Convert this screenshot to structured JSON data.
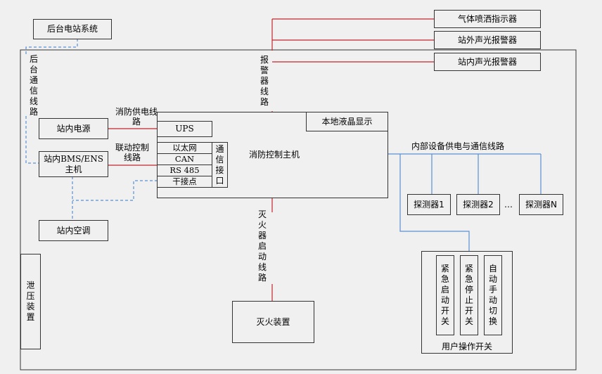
{
  "top_right": {
    "gas_indicator": "气体喷洒指示器",
    "outdoor_alarm": "站外声光报警器",
    "indoor_alarm": "站内声光报警器"
  },
  "backend_system": "后台电站系统",
  "backend_comm_line": "后台通信线路",
  "alarm_line": "报警器线路",
  "power_line": "消防供电线路",
  "linkage_line": "联动控制线路",
  "station_power": "站内电源",
  "bms_host": "站内BMS/ENS主机",
  "station_ac": "站内空调",
  "relief_device": "泄压装置",
  "host": {
    "title": "消防控制主机",
    "ups": "UPS",
    "ethernet": "以太网",
    "can": "CAN",
    "rs485": "RS 485",
    "dry_contact": "干接点",
    "comm_interface": "通信接口",
    "lcd": "本地液晶显示"
  },
  "internal_line": "内部设备供电与通信线路",
  "detectors": [
    "探测器1",
    "探测器2",
    "…",
    "探测器N"
  ],
  "extinguish_line": "灭火器启动线路",
  "extinguisher": "灭火装置",
  "user_switches": {
    "title": "用户操作开关",
    "items": [
      "紧急启动开关",
      "紧急停止开关",
      "自动手动切换"
    ]
  },
  "colors": {
    "red_line": "#c0272d",
    "blue_line": "#5b8fd0"
  }
}
